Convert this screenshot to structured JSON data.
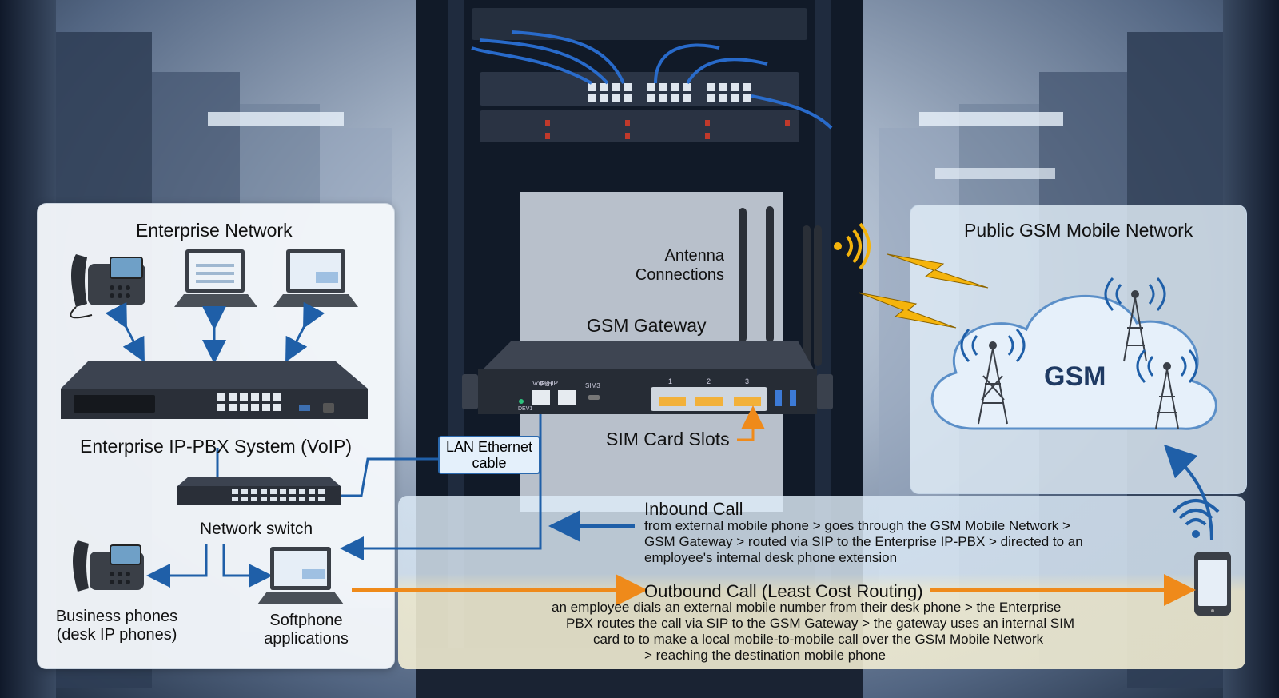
{
  "enterprise": {
    "title": "Enterprise Network",
    "pbx_label": "Enterprise IP-PBX System (VoIP)",
    "switch_label": "Network switch",
    "phones_label_1": "Business phones",
    "phones_label_2": "(desk IP phones)",
    "softphone_label_1": "Softphone",
    "softphone_label_2": "applications"
  },
  "gateway": {
    "title": "GSM Gateway",
    "antenna_label_1": "Antenna",
    "antenna_label_2": "Connections",
    "sim_label": "SIM Card Slots",
    "port_voip": "VoIP/SIP",
    "port_port": "Port",
    "port_sim": "SIM3",
    "port_dev": "DEV1",
    "slot_numbers": [
      "1",
      "2",
      "3"
    ]
  },
  "cable": {
    "label_1": "LAN Ethernet",
    "label_2": "cable"
  },
  "gsm": {
    "title": "Public GSM Mobile Network",
    "cloud_label": "GSM"
  },
  "inbound": {
    "title": "Inbound Call",
    "lines": [
      "from external mobile phone > goes through the GSM Mobile Network >",
      "GSM Gateway > routed via SIP to the Enterprise IP-PBX > directed to an",
      "employee's internal desk phone extension"
    ]
  },
  "outbound": {
    "title": "Outbound Call (Least Cost Routing)",
    "lines": [
      "an employee dials an external mobile number from their desk phone > the Enterprise",
      "PBX routes the call via SIP to the GSM Gateway > the gateway uses an internal SIM",
      "card to  to make a local mobile-to-mobile call over the GSM Mobile Network",
      "> reaching the destination mobile phone"
    ]
  },
  "colors": {
    "inbound_blue": "#1f5fa8",
    "outbound_orange": "#ef8a1a",
    "signal_yellow": "#f5b40c"
  }
}
